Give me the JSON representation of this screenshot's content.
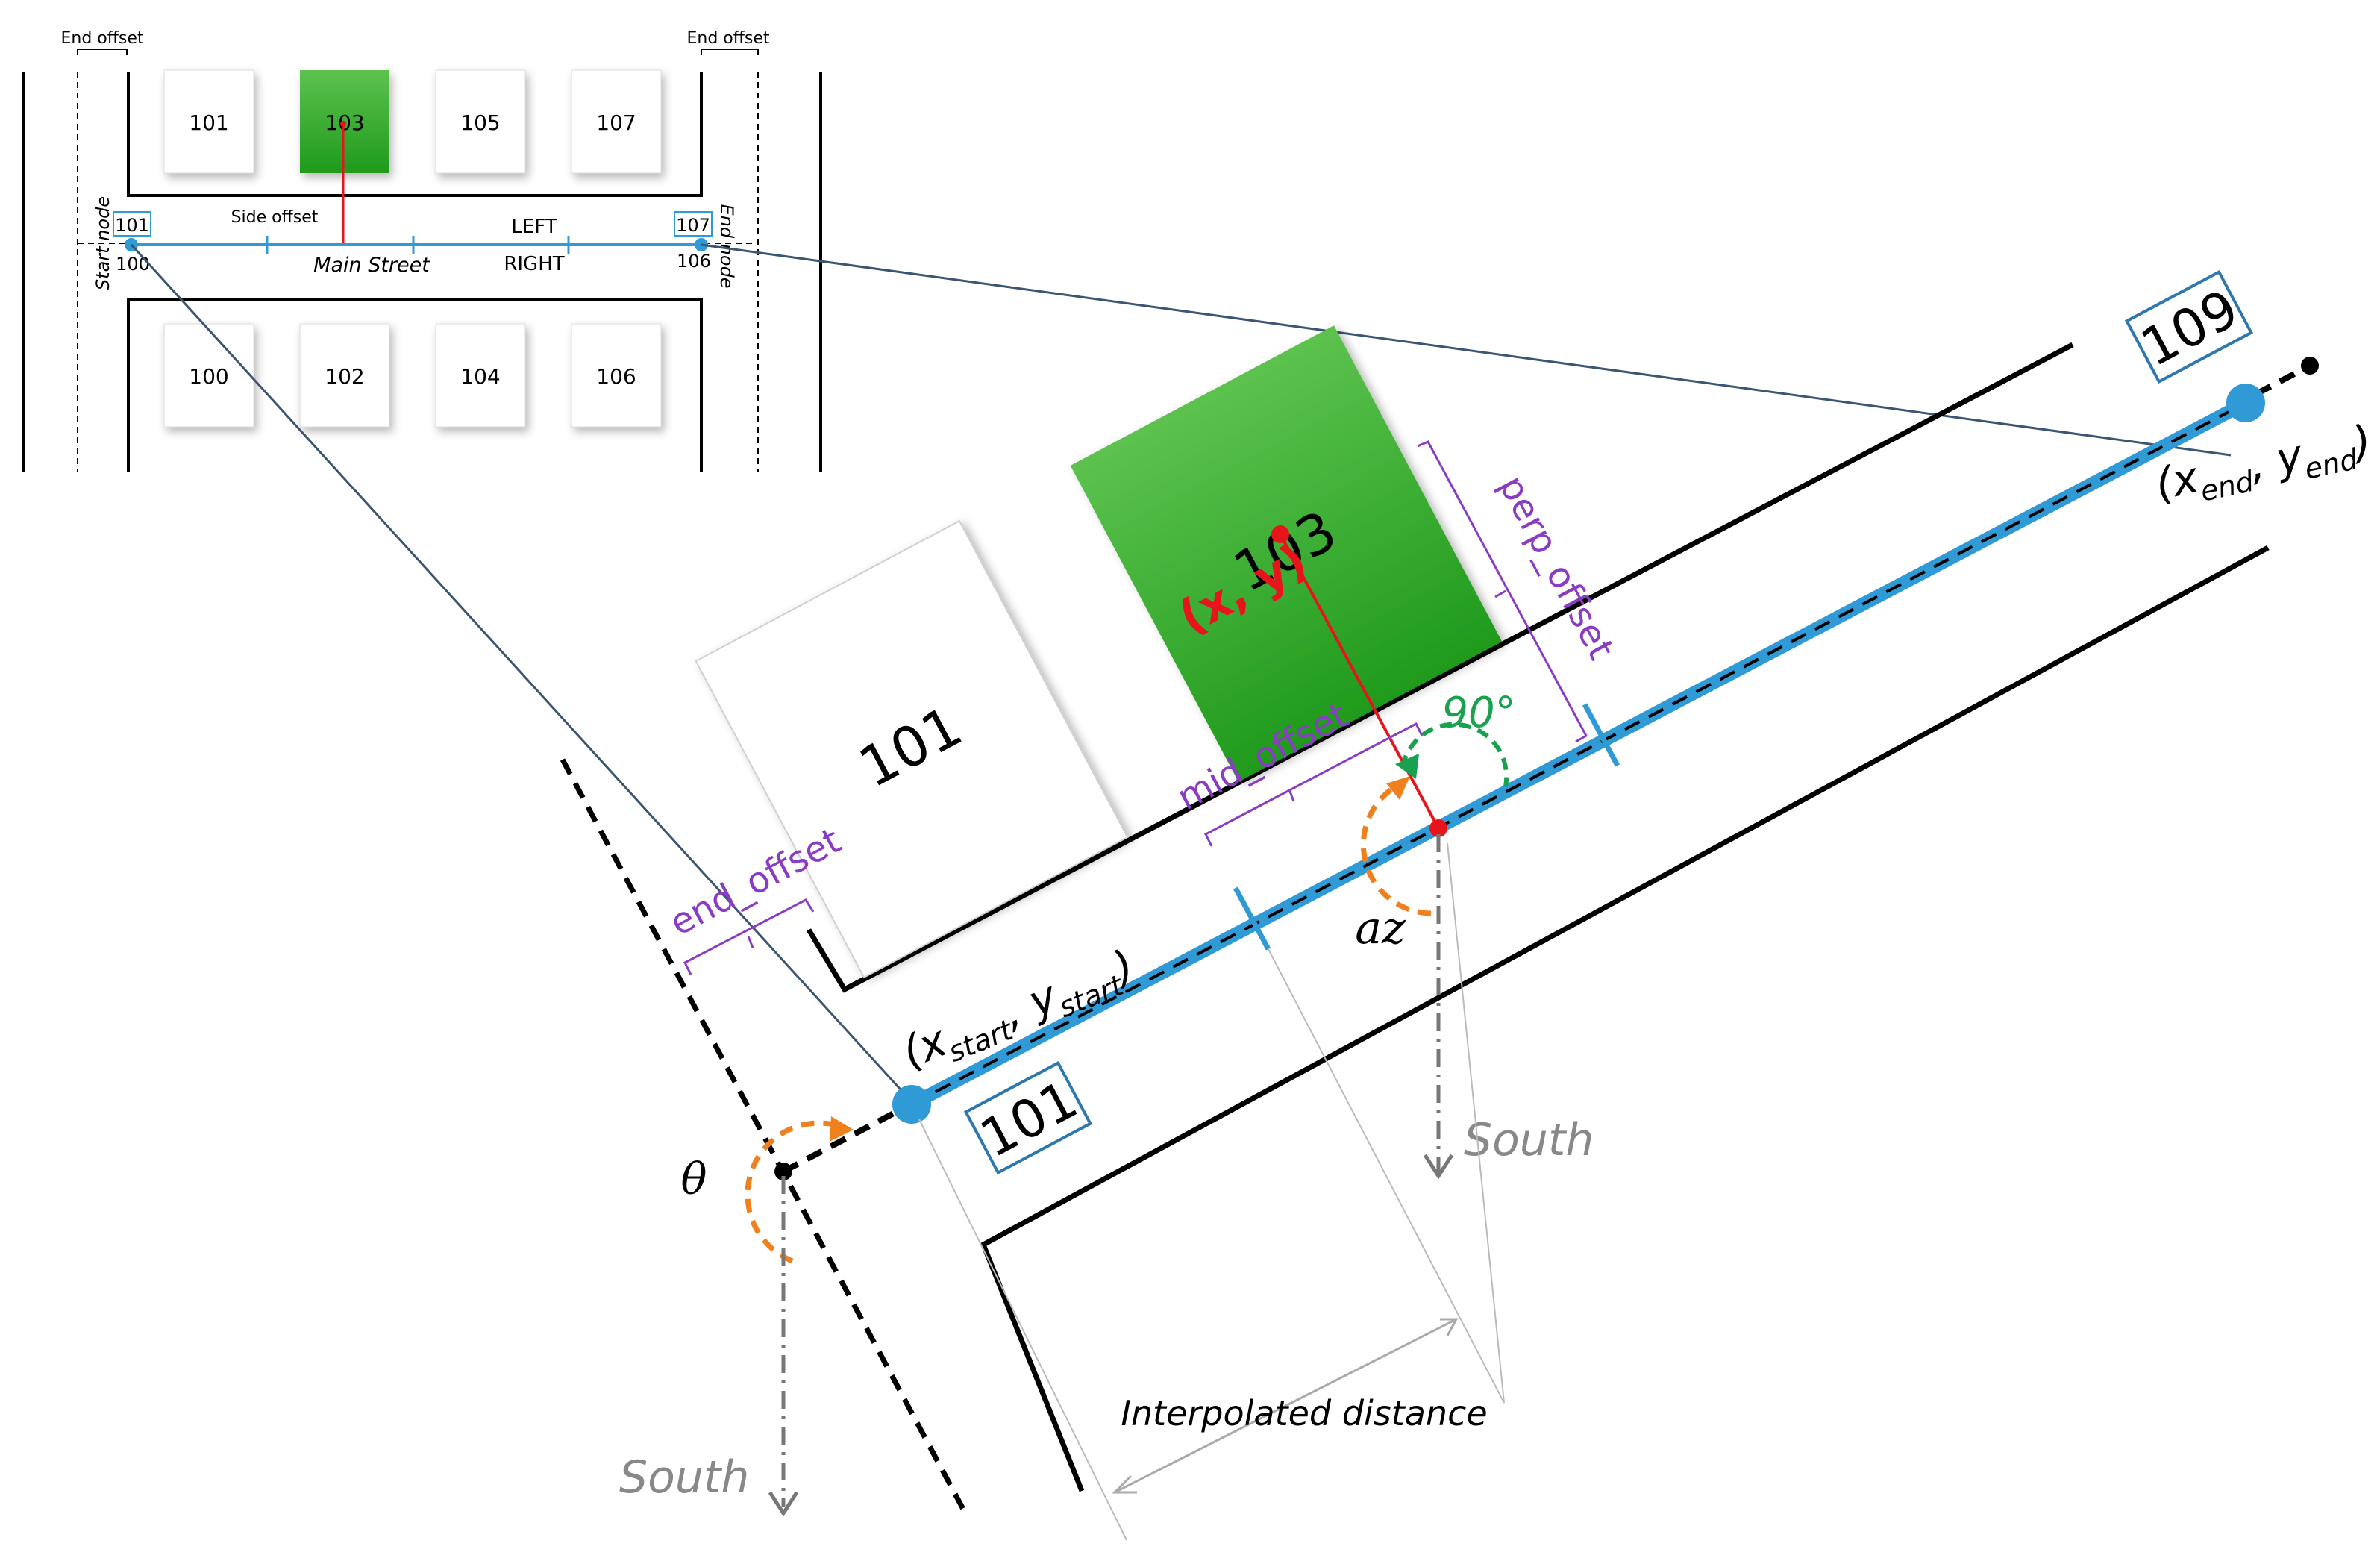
{
  "inset": {
    "end_offset_left": "End offset",
    "end_offset_right": "End offset",
    "top_lots": [
      "101",
      "103",
      "105",
      "107"
    ],
    "bottom_lots": [
      "100",
      "102",
      "104",
      "106"
    ],
    "start_node": "Start node",
    "end_node": "End node",
    "side_offset": "Side offset",
    "left_side": "LEFT",
    "right_side": "RIGHT",
    "street_name": "Main Street",
    "start_left_number": "101",
    "start_right_number": "100",
    "end_left_number": "107",
    "end_right_number": "106"
  },
  "main": {
    "lot_white": "101",
    "lot_green": "103",
    "point_label": "(x, y)",
    "start_number": "101",
    "end_number": "109",
    "start_coord": {
      "open": "(x",
      "sub": "start",
      "sep": ", y",
      "sub2": "start",
      "close": ")"
    },
    "end_coord": {
      "open": "(x",
      "sub": "end",
      "sep": ", y",
      "sub2": "end",
      "close": ")"
    },
    "end_offset": "end_offset",
    "mid_offset": "mid_offset",
    "perp_offset": "perp_offset",
    "right_angle": "90°",
    "azimuth": "az",
    "theta": "θ",
    "south_1": "South",
    "south_2": "South",
    "interpolated_distance": "Interpolated distance"
  },
  "colors": {
    "street_line": "#2f9ad6",
    "green_lot": "#2ea82b",
    "red": "#e8141b",
    "orange": "#f0801e",
    "green_arc": "#19a150",
    "purple": "#8a3cc4",
    "callout_line": "#3b5573",
    "gray": "#888888"
  }
}
